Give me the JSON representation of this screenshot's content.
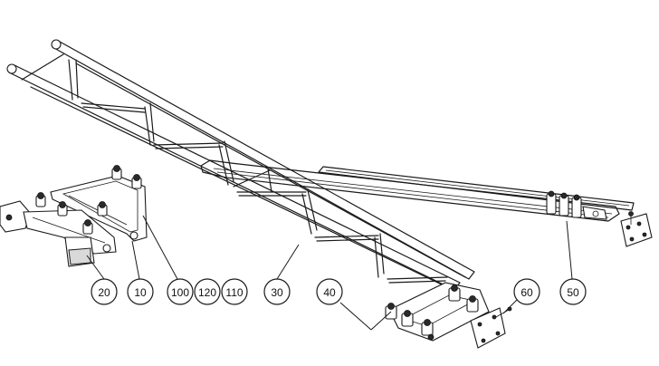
{
  "callouts": [
    {
      "id": "c20",
      "label": "20"
    },
    {
      "id": "c10",
      "label": "10"
    },
    {
      "id": "c100",
      "label": "100"
    },
    {
      "id": "c120",
      "label": "120"
    },
    {
      "id": "c110",
      "label": "110"
    },
    {
      "id": "c30",
      "label": "30"
    },
    {
      "id": "c40",
      "label": "40"
    },
    {
      "id": "c60",
      "label": "60"
    },
    {
      "id": "c50",
      "label": "50"
    }
  ]
}
